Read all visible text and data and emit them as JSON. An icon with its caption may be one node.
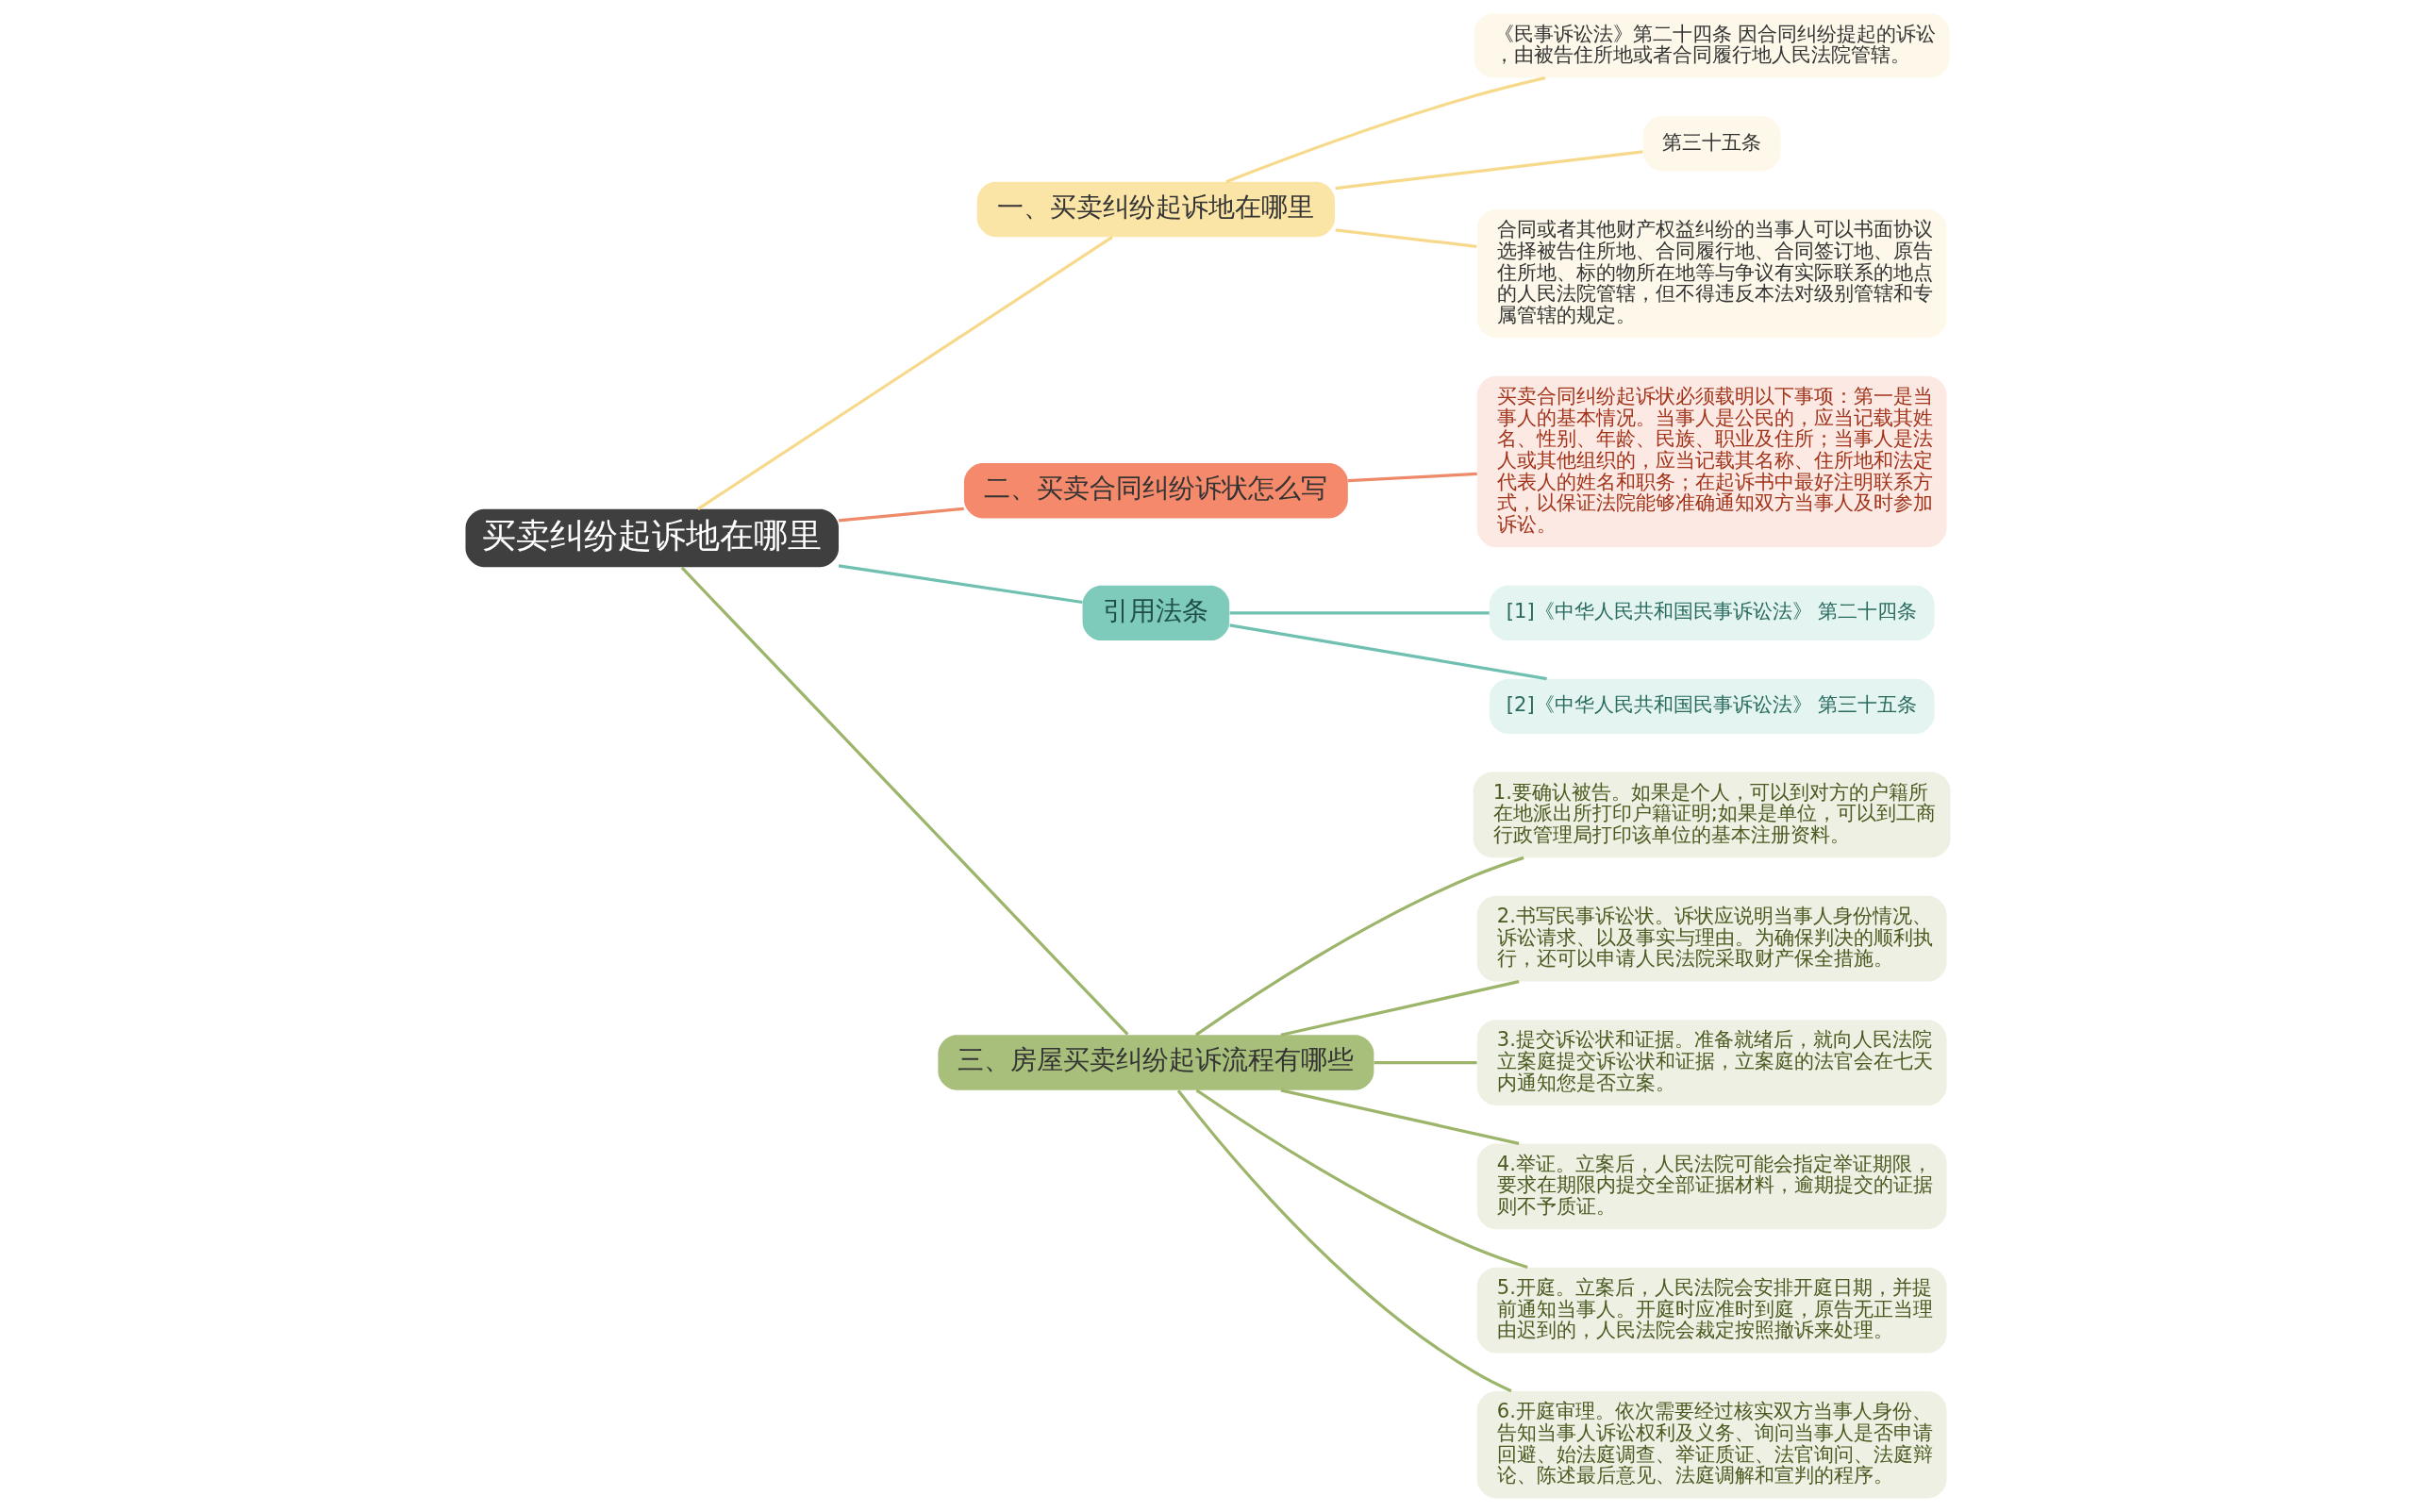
{
  "diagram": {
    "nodes": [
      {
        "text": [
          "买卖纠纷起诉地在哪里"
        ]
      },
      {
        "text": [
          "一、买卖纠纷起诉地在哪里"
        ]
      },
      {
        "text": [
          "《民事诉讼法》第二十四条 因合同纠纷提起的诉讼，由被告住所地或者合同履行地人民法院管辖。"
        ]
      },
      {
        "text": [
          "第三十五条"
        ]
      },
      {
        "text": [
          "合同或者其他财产权益纠纷的当事人可以书面协议选择被告住所地、合同履行地、合同签订地、原告住所地、标的物所在地等与争议有实际联系的地点的人民法院管辖，但不得违反本法对级别管辖和专属管辖的规定。"
        ]
      },
      {
        "text": [
          "二、买卖合同纠纷诉状怎么写"
        ]
      },
      {
        "text": [
          "买卖合同纠纷起诉状必须载明以下事项：第一是当事人的基本情况。当事人是公民的，应当记载其姓名、性别、年龄、民族、职业及住所；当事人是法人或其他组织的，应当记载其名称、住所地和法定代表人的姓名和职务；在起诉书中最好注明联系方式，以保证法院能够准确通知双方当事人及时参加诉讼。"
        ]
      },
      {
        "text": [
          "引用法条"
        ]
      },
      {
        "text": [
          "[1]《中华人民共和国民事诉讼法》 第二十四条"
        ]
      },
      {
        "text": [
          "[2]《中华人民共和国民事诉讼法》 第三十五条"
        ]
      },
      {
        "text": [
          "三、房屋买卖纠纷起诉流程有哪些"
        ]
      },
      {
        "text": [
          "1.要确认被告。如果是个人，可以到对方的户籍所在地派出所打印户籍证明;如果是单位，可以到工商行政管理局打印该单位的基本注册资料。"
        ]
      },
      {
        "text": [
          "2.书写民事诉讼状。诉状应说明当事人身份情况、诉讼请求、以及事实与理由。为确保判决的顺利执行，还可以申请人民法院采取财产保全措施。"
        ]
      },
      {
        "text": [
          "3.提交诉讼状和证据。准备就绪后，就向人民法院立案庭提交诉讼状和证据，立案庭的法官会在七天内通知您是否立案。"
        ]
      },
      {
        "text": [
          "4.举证。立案后，人民法院可能会指定举证期限，要求在期限内提交全部证据材料，逾期提交的证据则不予质证。"
        ]
      },
      {
        "text": [
          "5.开庭。立案后，人民法院会安排开庭日期，并提前通知当事人。开庭时应准时到庭，原告无正当理由迟到的，人民法院会裁定按照撤诉来处理。"
        ]
      },
      {
        "text": [
          "6.开庭审理。依次需要经过核实双方当事人身份、告知当事人诉讼权利及义务、询问当事人是否申请回避、始法庭调查、举证质证、法官询问、法庭辩论、陈述最后意见、法庭调解和宣判的程序。"
        ]
      }
    ],
    "edges": [
      {
        "from": 0,
        "to": 1,
        "arrow": "none",
        "color": "#f6d98b"
      },
      {
        "from": 1,
        "to": 2,
        "arrow": "none",
        "color": "#f6d98b"
      },
      {
        "from": 1,
        "to": 3,
        "arrow": "none",
        "color": "#f6d98b"
      },
      {
        "from": 1,
        "to": 4,
        "arrow": "none",
        "color": "#f6d98b"
      },
      {
        "from": 0,
        "to": 5,
        "arrow": "none",
        "color": "#ee8a6a"
      },
      {
        "from": 5,
        "to": 6,
        "arrow": "none",
        "color": "#ee8a6a"
      },
      {
        "from": 0,
        "to": 7,
        "arrow": "none",
        "color": "#6fc0b0"
      },
      {
        "from": 7,
        "to": 8,
        "arrow": "none",
        "color": "#6fc0b0"
      },
      {
        "from": 7,
        "to": 9,
        "arrow": "none",
        "color": "#6fc0b0"
      },
      {
        "from": 0,
        "to": 10,
        "arrow": "none",
        "color": "#9db56b"
      },
      {
        "from": 10,
        "to": 11,
        "arrow": "none",
        "color": "#9db56b"
      },
      {
        "from": 10,
        "to": 12,
        "arrow": "none",
        "color": "#9db56b"
      },
      {
        "from": 10,
        "to": 13,
        "arrow": "none",
        "color": "#9db56b"
      },
      {
        "from": 10,
        "to": 14,
        "arrow": "none",
        "color": "#9db56b"
      },
      {
        "from": 10,
        "to": 15,
        "arrow": "none",
        "color": "#9db56b"
      },
      {
        "from": 10,
        "to": 16,
        "arrow": "none",
        "color": "#9db56b"
      }
    ]
  }
}
